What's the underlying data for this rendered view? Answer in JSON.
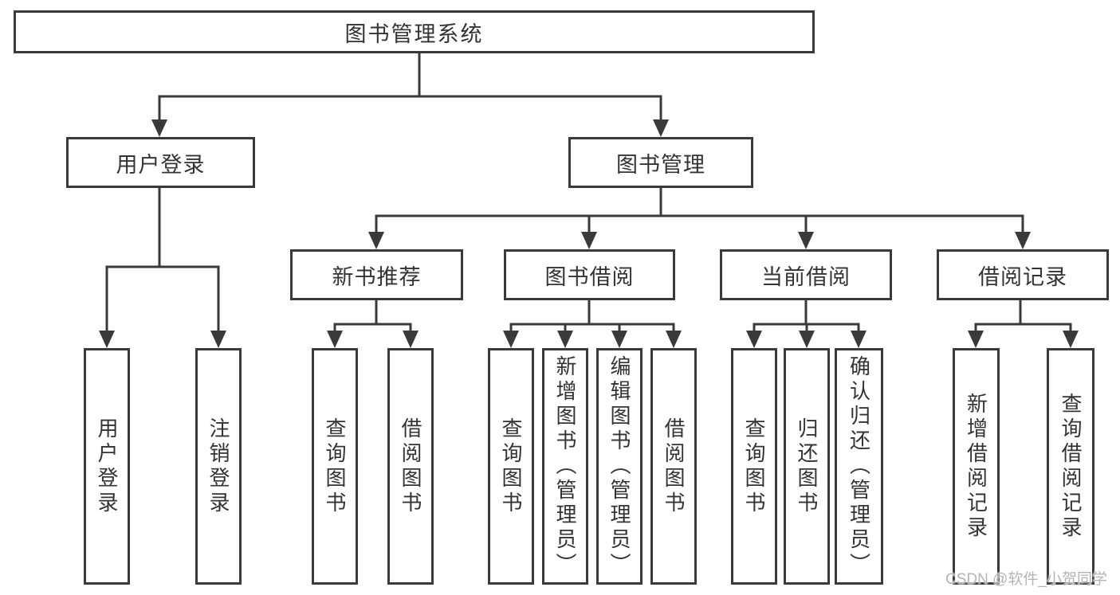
{
  "diagram_title": "图书管理系统",
  "nodes": {
    "root": "图书管理系统",
    "user_login": "用户登录",
    "book_mgmt": "图书管理",
    "new_books": "新书推荐",
    "book_borrow": "图书借阅",
    "current_borrow": "当前借阅",
    "borrow_records": "借阅记录"
  },
  "leaves": {
    "user_login": [
      "用户登录",
      "注销登录"
    ],
    "new_books": [
      "查询图书",
      "借阅图书"
    ],
    "book_borrow": [
      "查询图书",
      "新增图书（管理员）",
      "编辑图书（管理员）",
      "借阅图书"
    ],
    "current_borrow": [
      "查询图书",
      "归还图书",
      "确认归还（管理员）"
    ],
    "borrow_records": [
      "新增借阅记录",
      "查询借阅记录"
    ]
  },
  "watermark": {
    "text": "CSDN @软件_小贺同学",
    "color": "#b4b4b4"
  },
  "colors": {
    "line": "#3a3a3a",
    "border": "#3a3a3a",
    "text": "#333333",
    "background": "#ffffff"
  }
}
